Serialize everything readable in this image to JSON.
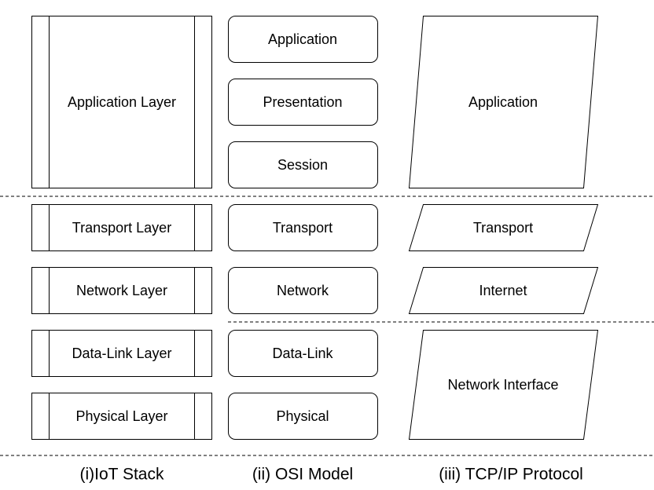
{
  "iot_stack": {
    "caption": "(i)IoT Stack",
    "layers": [
      "Application Layer",
      "Transport Layer",
      "Network Layer",
      "Data-Link Layer",
      "Physical Layer"
    ]
  },
  "osi_model": {
    "caption": "(ii) OSI Model",
    "layers": [
      "Application",
      "Presentation",
      "Session",
      "Transport",
      "Network",
      "Data-Link",
      "Physical"
    ]
  },
  "tcpip_protocol": {
    "caption": "(iii) TCP/IP Protocol",
    "layers": [
      "Application",
      "Transport",
      "Internet",
      "Network Interface"
    ]
  }
}
